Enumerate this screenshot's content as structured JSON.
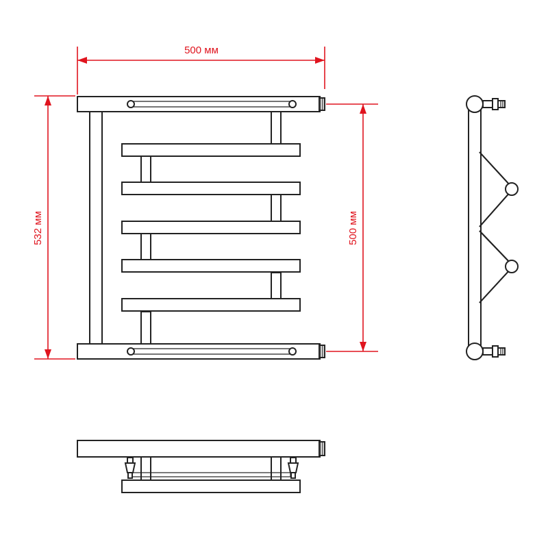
{
  "dimensions": {
    "width_top": "500 мм",
    "height_total": "532 мм",
    "center_distance": "500 мм"
  },
  "colors": {
    "dimension": "#e0141e",
    "outline": "#222222",
    "background": "#ffffff"
  }
}
